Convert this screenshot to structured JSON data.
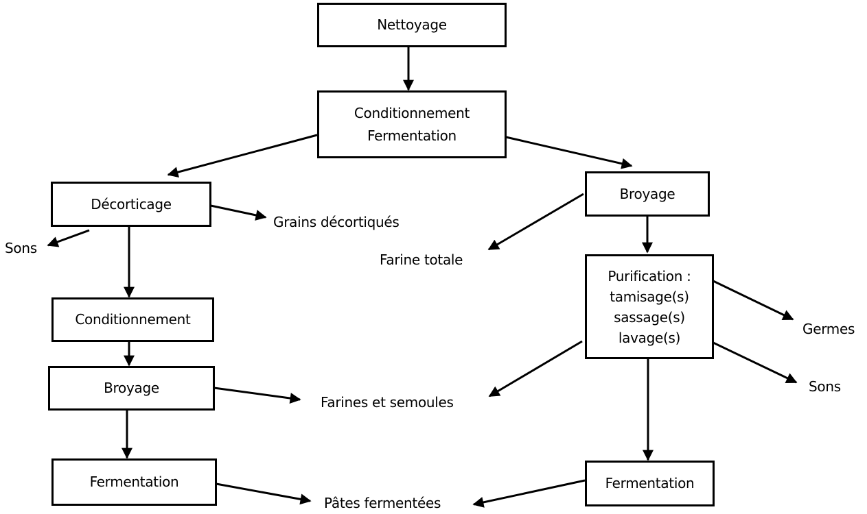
{
  "diagram": {
    "nodes": {
      "nettoyage": {
        "lines": [
          "Nettoyage"
        ]
      },
      "conditionnement_fermentation": {
        "lines": [
          "Conditionnement",
          "Fermentation"
        ]
      },
      "decorticage": {
        "lines": [
          "Décorticage"
        ]
      },
      "conditionnement_left": {
        "lines": [
          "Conditionnement"
        ]
      },
      "broyage_left": {
        "lines": [
          "Broyage"
        ]
      },
      "fermentation_left": {
        "lines": [
          "Fermentation"
        ]
      },
      "broyage_right": {
        "lines": [
          "Broyage"
        ]
      },
      "purification": {
        "lines": [
          "Purification :",
          "tamisage(s)",
          "sassage(s)",
          "lavage(s)"
        ]
      },
      "fermentation_right": {
        "lines": [
          "Fermentation"
        ]
      }
    },
    "outputs": {
      "grains_decortiques": "Grains décortiqués",
      "sons_left": "Sons",
      "farine_totale": "Farine totale",
      "farines_semoules": "Farines et semoules",
      "pates_fermentees": "Pâtes fermentées",
      "germes": "Germes",
      "sons_right": "Sons"
    },
    "edges": [
      {
        "from": "nettoyage",
        "to": "conditionnement_fermentation"
      },
      {
        "from": "conditionnement_fermentation",
        "to": "decorticage"
      },
      {
        "from": "conditionnement_fermentation",
        "to": "broyage_right"
      },
      {
        "from": "decorticage",
        "to": "grains_decortiques"
      },
      {
        "from": "decorticage",
        "to": "sons_left"
      },
      {
        "from": "decorticage",
        "to": "conditionnement_left"
      },
      {
        "from": "conditionnement_left",
        "to": "broyage_left"
      },
      {
        "from": "broyage_left",
        "to": "farines_semoules"
      },
      {
        "from": "broyage_left",
        "to": "fermentation_left"
      },
      {
        "from": "fermentation_left",
        "to": "pates_fermentees"
      },
      {
        "from": "broyage_right",
        "to": "farine_totale"
      },
      {
        "from": "broyage_right",
        "to": "purification"
      },
      {
        "from": "purification",
        "to": "germes"
      },
      {
        "from": "purification",
        "to": "sons_right"
      },
      {
        "from": "purification",
        "to": "farines_semoules"
      },
      {
        "from": "purification",
        "to": "fermentation_right"
      },
      {
        "from": "fermentation_right",
        "to": "pates_fermentees"
      }
    ]
  }
}
